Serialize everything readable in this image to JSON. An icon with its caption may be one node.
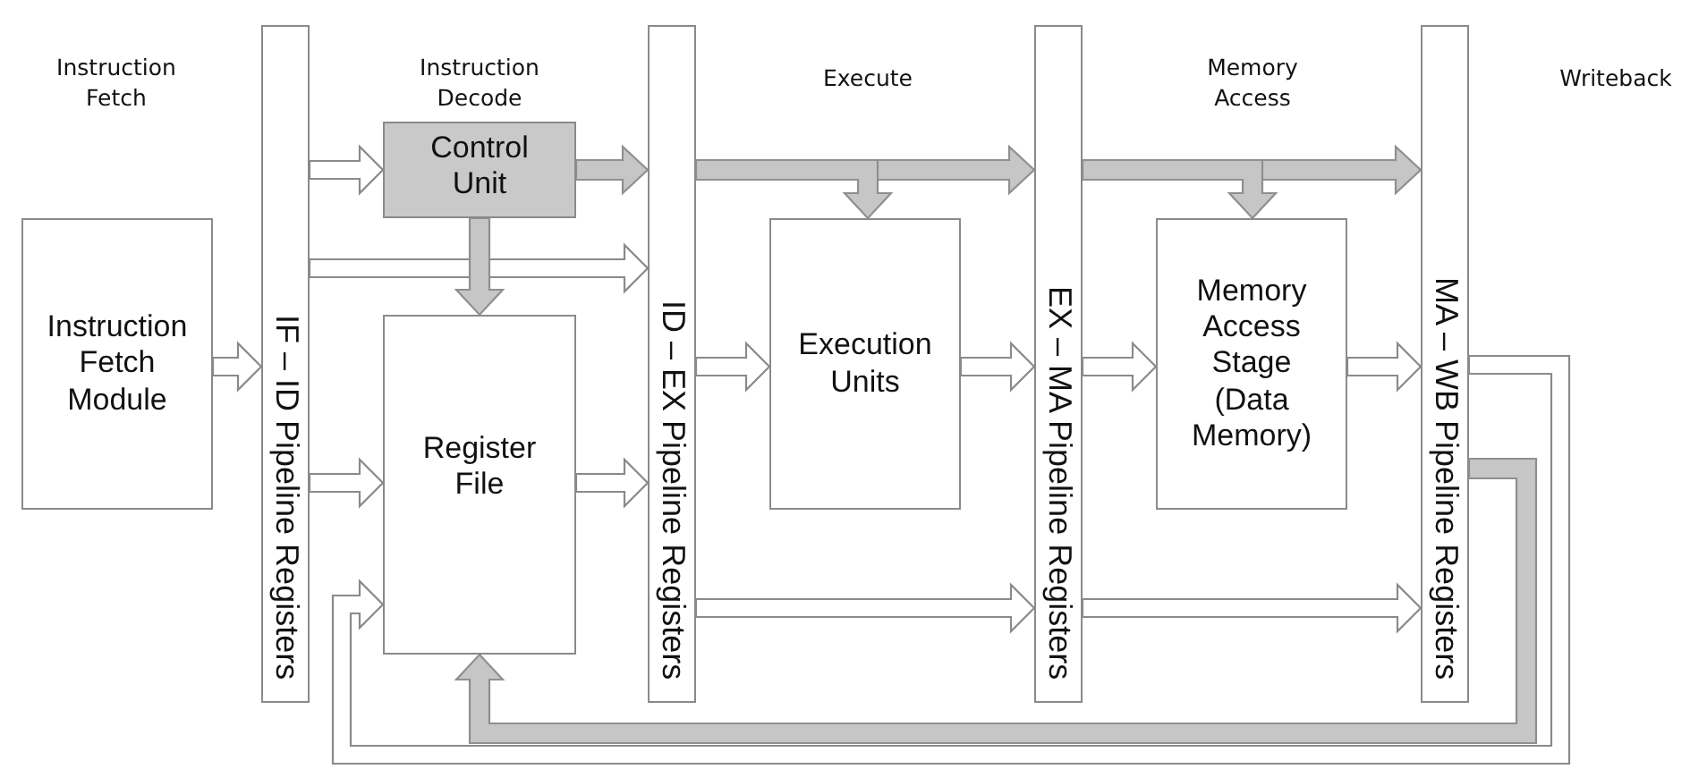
{
  "diagram": {
    "nodes": [
      {
        "text": [
          "Instruction Fetch Module"
        ]
      },
      {
        "text": [
          "IF – ID Pipeline Registers"
        ]
      },
      {
        "text": [
          "Control Unit"
        ]
      },
      {
        "text": [
          "Register File"
        ]
      },
      {
        "text": [
          "ID – EX Pipeline Registers"
        ]
      },
      {
        "text": [
          "Execution Units"
        ]
      },
      {
        "text": [
          "EX – MA Pipeline Registers"
        ]
      },
      {
        "text": [
          "Memory Access Stage (Data Memory)"
        ]
      },
      {
        "text": [
          "MA – WB Pipeline Registers"
        ]
      }
    ],
    "edges": [
      {
        "from": 0,
        "to": 1,
        "arrow": "to"
      },
      {
        "from": 1,
        "to": 2,
        "arrow": "to"
      },
      {
        "from": 1,
        "to": 4,
        "arrow": "to"
      },
      {
        "from": 1,
        "to": 3,
        "arrow": "to"
      },
      {
        "from": 2,
        "to": 4,
        "arrow": "to",
        "style": "thick"
      },
      {
        "from": 2,
        "to": 3,
        "arrow": "to",
        "style": "thick"
      },
      {
        "from": 3,
        "to": 4,
        "arrow": "to"
      },
      {
        "from": 4,
        "to": 6,
        "arrow": "to",
        "style": "thick"
      },
      {
        "from": 4,
        "to": 5,
        "arrow": "to",
        "style": "thick"
      },
      {
        "from": 6,
        "to": 8,
        "arrow": "to",
        "style": "thick"
      },
      {
        "from": 6,
        "to": 7,
        "arrow": "to",
        "style": "thick"
      },
      {
        "from": 4,
        "to": 5,
        "arrow": "to"
      },
      {
        "from": 5,
        "to": 6,
        "arrow": "to"
      },
      {
        "from": 6,
        "to": 7,
        "arrow": "to"
      },
      {
        "from": 7,
        "to": 8,
        "arrow": "to"
      },
      {
        "from": 4,
        "to": 6,
        "arrow": "to"
      },
      {
        "from": 6,
        "to": 8,
        "arrow": "to"
      },
      {
        "from": 8,
        "to": 3,
        "arrow": "to",
        "style": "thick"
      },
      {
        "from": 8,
        "to": 3,
        "arrow": "to"
      }
    ],
    "labels": [
      "Instruction Fetch",
      "Instruction Decode",
      "Execute",
      "Memory Access",
      "Writeback"
    ]
  }
}
